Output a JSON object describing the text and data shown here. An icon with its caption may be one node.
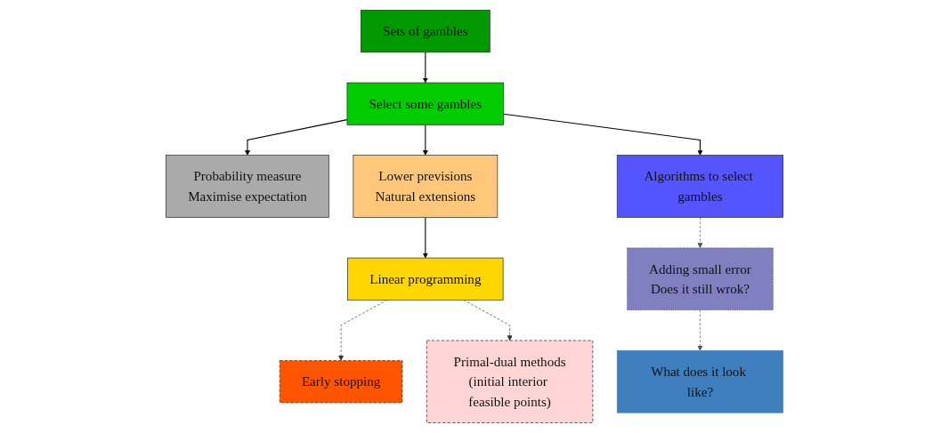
{
  "diagram": {
    "nodes": [
      {
        "text": [
          "Sets of gambles"
        ]
      },
      {
        "text": [
          "Select some gambles"
        ]
      },
      {
        "text": [
          "Probability measure",
          "Maximise expectation"
        ]
      },
      {
        "text": [
          "Lower previsions",
          "Natural extensions"
        ]
      },
      {
        "text": [
          "Algorithms to select gambles"
        ]
      },
      {
        "text": [
          "Early stopping"
        ]
      },
      {
        "text": [
          "Linear programming"
        ]
      },
      {
        "text": [
          "Adding small error",
          "Does it still wrok?"
        ]
      },
      {
        "text": [
          "Primal-dual methods",
          "(initial interior feasible points)"
        ]
      },
      {
        "text": [
          "What does it look like?"
        ]
      }
    ],
    "edges": [
      {
        "from": 0,
        "to": 1,
        "arrow": "to"
      },
      {
        "from": 1,
        "to": 2,
        "arrow": "to"
      },
      {
        "from": 1,
        "to": 3,
        "arrow": "to"
      },
      {
        "from": 1,
        "to": 4,
        "arrow": "to"
      },
      {
        "from": 3,
        "to": 6,
        "arrow": "to"
      },
      {
        "from": 6,
        "to": 5,
        "arrow": "to",
        "style": "dashed",
        "color": "#333333"
      },
      {
        "from": 6,
        "to": 8,
        "arrow": "to",
        "style": "dashed",
        "color": "#333333"
      },
      {
        "from": 4,
        "to": 7,
        "arrow": "to",
        "style": "dashed",
        "color": "#555555"
      },
      {
        "from": 7,
        "to": 9,
        "arrow": "to",
        "style": "dashed",
        "color": "#555555"
      }
    ]
  }
}
